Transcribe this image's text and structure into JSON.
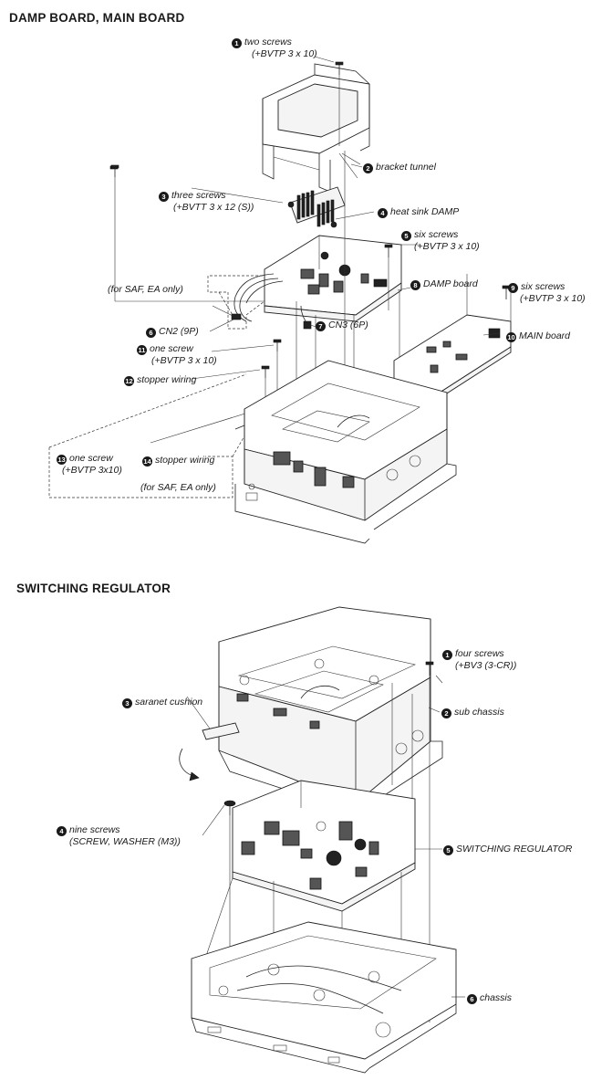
{
  "sections": {
    "damp": {
      "title": "DAMP BOARD, MAIN BOARD"
    },
    "switching": {
      "title": "SWITCHING REGULATOR"
    }
  },
  "damp_labels": [
    {
      "num": "1",
      "text": "two screws",
      "sub": "(+BVTP 3 x 10)"
    },
    {
      "num": "2",
      "text": "bracket tunnel"
    },
    {
      "num": "3",
      "text": "three screws",
      "sub": "(+BVTT 3 x 12 (S))"
    },
    {
      "num": "4",
      "text": "heat sink DAMP"
    },
    {
      "num": "5",
      "text": "six screws",
      "sub": "(+BVTP 3 x 10)"
    },
    {
      "num": "6",
      "text": "CN2 (9P)"
    },
    {
      "num": "7",
      "text": "CN3 (6P)"
    },
    {
      "num": "8",
      "text": "DAMP board"
    },
    {
      "num": "9",
      "text": "six screws",
      "sub": "(+BVTP 3 x 10)"
    },
    {
      "num": "10",
      "text": "MAIN board"
    },
    {
      "num": "11",
      "text": "one screw",
      "sub": "(+BVTP 3 x 10)"
    },
    {
      "num": "12",
      "text": "stopper wiring"
    },
    {
      "num": "13",
      "text": "one screw",
      "sub": "(+BVTP 3x10)"
    },
    {
      "num": "14",
      "text": "stopper wiring"
    }
  ],
  "damp_notes": {
    "saf_top": "(for SAF, EA only)",
    "saf_bottom": "(for SAF, EA only)"
  },
  "switching_labels": [
    {
      "num": "1",
      "text": "four screws",
      "sub": "(+BV3 (3-CR))"
    },
    {
      "num": "2",
      "text": "sub chassis"
    },
    {
      "num": "3",
      "text": "saranet cushion"
    },
    {
      "num": "4",
      "text": "nine screws",
      "sub": "(SCREW, WASHER (M3))"
    },
    {
      "num": "5",
      "text": "SWITCHING REGULATOR"
    },
    {
      "num": "6",
      "text": "chassis"
    }
  ]
}
